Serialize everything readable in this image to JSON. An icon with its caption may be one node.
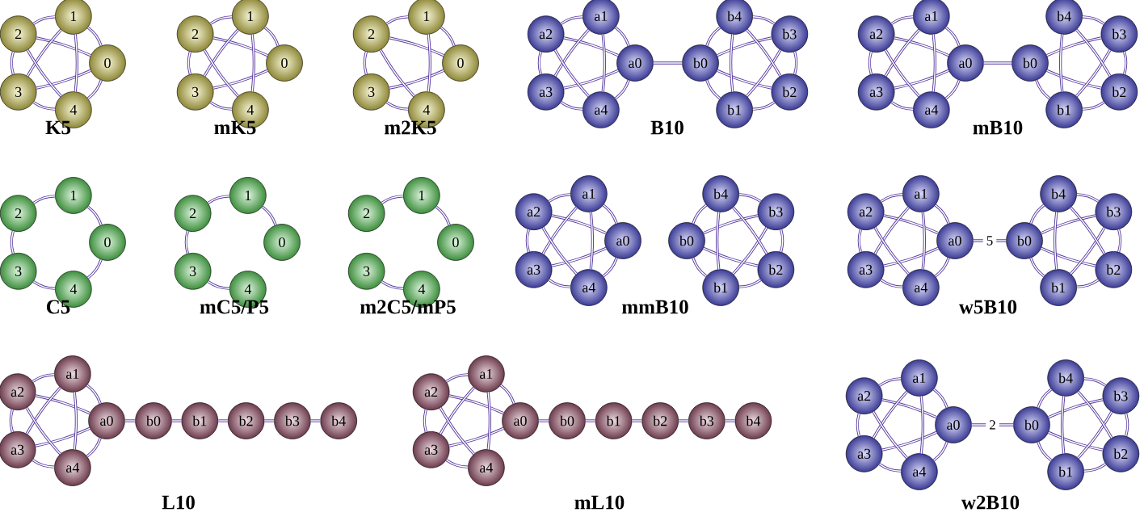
{
  "diagram": {
    "nodes": [
      {
        "text": [
          "0"
        ]
      },
      {
        "text": [
          "1"
        ]
      },
      {
        "text": [
          "2"
        ]
      },
      {
        "text": [
          "3"
        ]
      },
      {
        "text": [
          "4"
        ]
      },
      {
        "text": [
          "0"
        ]
      },
      {
        "text": [
          "1"
        ]
      },
      {
        "text": [
          "2"
        ]
      },
      {
        "text": [
          "3"
        ]
      },
      {
        "text": [
          "4"
        ]
      },
      {
        "text": [
          "0"
        ]
      },
      {
        "text": [
          "1"
        ]
      },
      {
        "text": [
          "2"
        ]
      },
      {
        "text": [
          "3"
        ]
      },
      {
        "text": [
          "4"
        ]
      },
      {
        "text": [
          "a0"
        ]
      },
      {
        "text": [
          "a1"
        ]
      },
      {
        "text": [
          "a2"
        ]
      },
      {
        "text": [
          "a3"
        ]
      },
      {
        "text": [
          "a4"
        ]
      },
      {
        "text": [
          "b0"
        ]
      },
      {
        "text": [
          "b1"
        ]
      },
      {
        "text": [
          "b2"
        ]
      },
      {
        "text": [
          "b3"
        ]
      },
      {
        "text": [
          "b4"
        ]
      },
      {
        "text": [
          "a0"
        ]
      },
      {
        "text": [
          "a1"
        ]
      },
      {
        "text": [
          "a2"
        ]
      },
      {
        "text": [
          "a3"
        ]
      },
      {
        "text": [
          "a4"
        ]
      },
      {
        "text": [
          "b0"
        ]
      },
      {
        "text": [
          "b1"
        ]
      },
      {
        "text": [
          "b2"
        ]
      },
      {
        "text": [
          "b3"
        ]
      },
      {
        "text": [
          "b4"
        ]
      },
      {
        "text": [
          "0"
        ]
      },
      {
        "text": [
          "1"
        ]
      },
      {
        "text": [
          "2"
        ]
      },
      {
        "text": [
          "3"
        ]
      },
      {
        "text": [
          "4"
        ]
      },
      {
        "text": [
          "0"
        ]
      },
      {
        "text": [
          "1"
        ]
      },
      {
        "text": [
          "2"
        ]
      },
      {
        "text": [
          "3"
        ]
      },
      {
        "text": [
          "4"
        ]
      },
      {
        "text": [
          "0"
        ]
      },
      {
        "text": [
          "1"
        ]
      },
      {
        "text": [
          "2"
        ]
      },
      {
        "text": [
          "3"
        ]
      },
      {
        "text": [
          "4"
        ]
      },
      {
        "text": [
          "a0"
        ]
      },
      {
        "text": [
          "a1"
        ]
      },
      {
        "text": [
          "a2"
        ]
      },
      {
        "text": [
          "a3"
        ]
      },
      {
        "text": [
          "a4"
        ]
      },
      {
        "text": [
          "b0"
        ]
      },
      {
        "text": [
          "b1"
        ]
      },
      {
        "text": [
          "b2"
        ]
      },
      {
        "text": [
          "b3"
        ]
      },
      {
        "text": [
          "b4"
        ]
      },
      {
        "text": [
          "a0"
        ]
      },
      {
        "text": [
          "a1"
        ]
      },
      {
        "text": [
          "a2"
        ]
      },
      {
        "text": [
          "a3"
        ]
      },
      {
        "text": [
          "a4"
        ]
      },
      {
        "text": [
          "b0"
        ]
      },
      {
        "text": [
          "b1"
        ]
      },
      {
        "text": [
          "b2"
        ]
      },
      {
        "text": [
          "b3"
        ]
      },
      {
        "text": [
          "b4"
        ]
      },
      {
        "text": [
          "a0"
        ]
      },
      {
        "text": [
          "a1"
        ]
      },
      {
        "text": [
          "a2"
        ]
      },
      {
        "text": [
          "a3"
        ]
      },
      {
        "text": [
          "a4"
        ]
      },
      {
        "text": [
          "b0"
        ]
      },
      {
        "text": [
          "b1"
        ]
      },
      {
        "text": [
          "b2"
        ]
      },
      {
        "text": [
          "b3"
        ]
      },
      {
        "text": [
          "b4"
        ]
      },
      {
        "text": [
          "a0"
        ]
      },
      {
        "text": [
          "a1"
        ]
      },
      {
        "text": [
          "a2"
        ]
      },
      {
        "text": [
          "a3"
        ]
      },
      {
        "text": [
          "a4"
        ]
      },
      {
        "text": [
          "b0"
        ]
      },
      {
        "text": [
          "b1"
        ]
      },
      {
        "text": [
          "b2"
        ]
      },
      {
        "text": [
          "b3"
        ]
      },
      {
        "text": [
          "b4"
        ]
      },
      {
        "text": [
          "a0"
        ]
      },
      {
        "text": [
          "a1"
        ]
      },
      {
        "text": [
          "a2"
        ]
      },
      {
        "text": [
          "a3"
        ]
      },
      {
        "text": [
          "a4"
        ]
      },
      {
        "text": [
          "b0"
        ]
      },
      {
        "text": [
          "b1"
        ]
      },
      {
        "text": [
          "b2"
        ]
      },
      {
        "text": [
          "b3"
        ]
      },
      {
        "text": [
          "b4"
        ]
      }
    ],
    "edges": [
      {
        "from": 0,
        "to": 1,
        "arrow": "none"
      },
      {
        "from": 0,
        "to": 2,
        "arrow": "none"
      },
      {
        "from": 0,
        "to": 3,
        "arrow": "none"
      },
      {
        "from": 0,
        "to": 4,
        "arrow": "none"
      },
      {
        "from": 1,
        "to": 2,
        "arrow": "none"
      },
      {
        "from": 1,
        "to": 3,
        "arrow": "none"
      },
      {
        "from": 1,
        "to": 4,
        "arrow": "none"
      },
      {
        "from": 2,
        "to": 3,
        "arrow": "none"
      },
      {
        "from": 2,
        "to": 4,
        "arrow": "none"
      },
      {
        "from": 3,
        "to": 4,
        "arrow": "none"
      },
      {
        "from": 5,
        "to": 6,
        "arrow": "none"
      },
      {
        "from": 5,
        "to": 7,
        "arrow": "none"
      },
      {
        "from": 5,
        "to": 8,
        "arrow": "none"
      },
      {
        "from": 6,
        "to": 7,
        "arrow": "none"
      },
      {
        "from": 6,
        "to": 8,
        "arrow": "none"
      },
      {
        "from": 6,
        "to": 9,
        "arrow": "none"
      },
      {
        "from": 7,
        "to": 8,
        "arrow": "none"
      },
      {
        "from": 7,
        "to": 9,
        "arrow": "none"
      },
      {
        "from": 8,
        "to": 9,
        "arrow": "none"
      },
      {
        "from": 10,
        "to": 11,
        "arrow": "none"
      },
      {
        "from": 10,
        "to": 12,
        "arrow": "none"
      },
      {
        "from": 10,
        "to": 13,
        "arrow": "none"
      },
      {
        "from": 11,
        "to": 12,
        "arrow": "none"
      },
      {
        "from": 11,
        "to": 14,
        "arrow": "none"
      },
      {
        "from": 12,
        "to": 13,
        "arrow": "none"
      },
      {
        "from": 12,
        "to": 14,
        "arrow": "none"
      },
      {
        "from": 13,
        "to": 14,
        "arrow": "none"
      },
      {
        "from": 15,
        "to": 16,
        "arrow": "none"
      },
      {
        "from": 15,
        "to": 17,
        "arrow": "none"
      },
      {
        "from": 15,
        "to": 18,
        "arrow": "none"
      },
      {
        "from": 15,
        "to": 19,
        "arrow": "none"
      },
      {
        "from": 16,
        "to": 17,
        "arrow": "none"
      },
      {
        "from": 16,
        "to": 18,
        "arrow": "none"
      },
      {
        "from": 16,
        "to": 19,
        "arrow": "none"
      },
      {
        "from": 17,
        "to": 18,
        "arrow": "none"
      },
      {
        "from": 17,
        "to": 19,
        "arrow": "none"
      },
      {
        "from": 18,
        "to": 19,
        "arrow": "none"
      },
      {
        "from": 15,
        "to": 20,
        "arrow": "none"
      },
      {
        "from": 20,
        "to": 21,
        "arrow": "none"
      },
      {
        "from": 20,
        "to": 22,
        "arrow": "none"
      },
      {
        "from": 20,
        "to": 23,
        "arrow": "none"
      },
      {
        "from": 20,
        "to": 24,
        "arrow": "none"
      },
      {
        "from": 21,
        "to": 22,
        "arrow": "none"
      },
      {
        "from": 21,
        "to": 23,
        "arrow": "none"
      },
      {
        "from": 21,
        "to": 24,
        "arrow": "none"
      },
      {
        "from": 22,
        "to": 23,
        "arrow": "none"
      },
      {
        "from": 22,
        "to": 24,
        "arrow": "none"
      },
      {
        "from": 23,
        "to": 24,
        "arrow": "none"
      },
      {
        "from": 25,
        "to": 26,
        "arrow": "none"
      },
      {
        "from": 25,
        "to": 27,
        "arrow": "none"
      },
      {
        "from": 25,
        "to": 28,
        "arrow": "none"
      },
      {
        "from": 25,
        "to": 29,
        "arrow": "none"
      },
      {
        "from": 26,
        "to": 27,
        "arrow": "none"
      },
      {
        "from": 26,
        "to": 28,
        "arrow": "none"
      },
      {
        "from": 26,
        "to": 29,
        "arrow": "none"
      },
      {
        "from": 27,
        "to": 28,
        "arrow": "none"
      },
      {
        "from": 27,
        "to": 29,
        "arrow": "none"
      },
      {
        "from": 28,
        "to": 29,
        "arrow": "none"
      },
      {
        "from": 25,
        "to": 30,
        "arrow": "none"
      },
      {
        "from": 30,
        "to": 31,
        "arrow": "none"
      },
      {
        "from": 30,
        "to": 32,
        "arrow": "none"
      },
      {
        "from": 30,
        "to": 33,
        "arrow": "none"
      },
      {
        "from": 31,
        "to": 32,
        "arrow": "none"
      },
      {
        "from": 31,
        "to": 33,
        "arrow": "none"
      },
      {
        "from": 31,
        "to": 34,
        "arrow": "none"
      },
      {
        "from": 32,
        "to": 33,
        "arrow": "none"
      },
      {
        "from": 32,
        "to": 34,
        "arrow": "none"
      },
      {
        "from": 33,
        "to": 34,
        "arrow": "none"
      },
      {
        "from": 35,
        "to": 36,
        "arrow": "none"
      },
      {
        "from": 36,
        "to": 37,
        "arrow": "none"
      },
      {
        "from": 37,
        "to": 38,
        "arrow": "none"
      },
      {
        "from": 38,
        "to": 39,
        "arrow": "none"
      },
      {
        "from": 35,
        "to": 39,
        "arrow": "none"
      },
      {
        "from": 40,
        "to": 41,
        "arrow": "none"
      },
      {
        "from": 41,
        "to": 42,
        "arrow": "none"
      },
      {
        "from": 42,
        "to": 43,
        "arrow": "none"
      },
      {
        "from": 43,
        "to": 44,
        "arrow": "none"
      },
      {
        "from": 45,
        "to": 46,
        "arrow": "none"
      },
      {
        "from": 46,
        "to": 47,
        "arrow": "none"
      },
      {
        "from": 48,
        "to": 49,
        "arrow": "none"
      },
      {
        "from": 50,
        "to": 51,
        "arrow": "none"
      },
      {
        "from": 50,
        "to": 52,
        "arrow": "none"
      },
      {
        "from": 50,
        "to": 53,
        "arrow": "none"
      },
      {
        "from": 50,
        "to": 54,
        "arrow": "none"
      },
      {
        "from": 51,
        "to": 52,
        "arrow": "none"
      },
      {
        "from": 51,
        "to": 53,
        "arrow": "none"
      },
      {
        "from": 51,
        "to": 54,
        "arrow": "none"
      },
      {
        "from": 52,
        "to": 53,
        "arrow": "none"
      },
      {
        "from": 52,
        "to": 54,
        "arrow": "none"
      },
      {
        "from": 53,
        "to": 54,
        "arrow": "none"
      },
      {
        "from": 55,
        "to": 56,
        "arrow": "none"
      },
      {
        "from": 55,
        "to": 57,
        "arrow": "none"
      },
      {
        "from": 55,
        "to": 58,
        "arrow": "none"
      },
      {
        "from": 55,
        "to": 59,
        "arrow": "none"
      },
      {
        "from": 56,
        "to": 57,
        "arrow": "none"
      },
      {
        "from": 56,
        "to": 58,
        "arrow": "none"
      },
      {
        "from": 56,
        "to": 59,
        "arrow": "none"
      },
      {
        "from": 57,
        "to": 58,
        "arrow": "none"
      },
      {
        "from": 57,
        "to": 59,
        "arrow": "none"
      },
      {
        "from": 58,
        "to": 59,
        "arrow": "none"
      },
      {
        "from": 60,
        "to": 61,
        "arrow": "none"
      },
      {
        "from": 60,
        "to": 62,
        "arrow": "none"
      },
      {
        "from": 60,
        "to": 63,
        "arrow": "none"
      },
      {
        "from": 60,
        "to": 64,
        "arrow": "none"
      },
      {
        "from": 61,
        "to": 62,
        "arrow": "none"
      },
      {
        "from": 61,
        "to": 63,
        "arrow": "none"
      },
      {
        "from": 61,
        "to": 64,
        "arrow": "none"
      },
      {
        "from": 62,
        "to": 63,
        "arrow": "none"
      },
      {
        "from": 62,
        "to": 64,
        "arrow": "none"
      },
      {
        "from": 63,
        "to": 64,
        "arrow": "none"
      },
      {
        "from": 60,
        "to": 65,
        "arrow": "none",
        "label": "5"
      },
      {
        "from": 65,
        "to": 66,
        "arrow": "none"
      },
      {
        "from": 65,
        "to": 67,
        "arrow": "none"
      },
      {
        "from": 65,
        "to": 68,
        "arrow": "none"
      },
      {
        "from": 65,
        "to": 69,
        "arrow": "none"
      },
      {
        "from": 66,
        "to": 67,
        "arrow": "none"
      },
      {
        "from": 66,
        "to": 68,
        "arrow": "none"
      },
      {
        "from": 66,
        "to": 69,
        "arrow": "none"
      },
      {
        "from": 67,
        "to": 68,
        "arrow": "none"
      },
      {
        "from": 67,
        "to": 69,
        "arrow": "none"
      },
      {
        "from": 68,
        "to": 69,
        "arrow": "none"
      },
      {
        "from": 70,
        "to": 71,
        "arrow": "none"
      },
      {
        "from": 70,
        "to": 72,
        "arrow": "none"
      },
      {
        "from": 70,
        "to": 73,
        "arrow": "none"
      },
      {
        "from": 70,
        "to": 74,
        "arrow": "none"
      },
      {
        "from": 71,
        "to": 72,
        "arrow": "none"
      },
      {
        "from": 71,
        "to": 73,
        "arrow": "none"
      },
      {
        "from": 71,
        "to": 74,
        "arrow": "none"
      },
      {
        "from": 72,
        "to": 73,
        "arrow": "none"
      },
      {
        "from": 72,
        "to": 74,
        "arrow": "none"
      },
      {
        "from": 73,
        "to": 74,
        "arrow": "none"
      },
      {
        "from": 70,
        "to": 75,
        "arrow": "none"
      },
      {
        "from": 75,
        "to": 76,
        "arrow": "none"
      },
      {
        "from": 76,
        "to": 77,
        "arrow": "none"
      },
      {
        "from": 77,
        "to": 78,
        "arrow": "none"
      },
      {
        "from": 78,
        "to": 79,
        "arrow": "none"
      },
      {
        "from": 80,
        "to": 81,
        "arrow": "none"
      },
      {
        "from": 80,
        "to": 82,
        "arrow": "none"
      },
      {
        "from": 80,
        "to": 83,
        "arrow": "none"
      },
      {
        "from": 81,
        "to": 82,
        "arrow": "none"
      },
      {
        "from": 81,
        "to": 83,
        "arrow": "none"
      },
      {
        "from": 81,
        "to": 84,
        "arrow": "none"
      },
      {
        "from": 82,
        "to": 83,
        "arrow": "none"
      },
      {
        "from": 82,
        "to": 84,
        "arrow": "none"
      },
      {
        "from": 83,
        "to": 84,
        "arrow": "none"
      },
      {
        "from": 80,
        "to": 85,
        "arrow": "none"
      },
      {
        "from": 85,
        "to": 86,
        "arrow": "none"
      },
      {
        "from": 86,
        "to": 87,
        "arrow": "none"
      },
      {
        "from": 87,
        "to": 88,
        "arrow": "none"
      },
      {
        "from": 88,
        "to": 89,
        "arrow": "none"
      },
      {
        "from": 90,
        "to": 91,
        "arrow": "none"
      },
      {
        "from": 90,
        "to": 92,
        "arrow": "none"
      },
      {
        "from": 90,
        "to": 93,
        "arrow": "none"
      },
      {
        "from": 90,
        "to": 94,
        "arrow": "none"
      },
      {
        "from": 91,
        "to": 92,
        "arrow": "none"
      },
      {
        "from": 91,
        "to": 93,
        "arrow": "none"
      },
      {
        "from": 91,
        "to": 94,
        "arrow": "none"
      },
      {
        "from": 92,
        "to": 93,
        "arrow": "none"
      },
      {
        "from": 92,
        "to": 94,
        "arrow": "none"
      },
      {
        "from": 93,
        "to": 94,
        "arrow": "none"
      },
      {
        "from": 90,
        "to": 95,
        "arrow": "none",
        "label": "2"
      },
      {
        "from": 95,
        "to": 96,
        "arrow": "none"
      },
      {
        "from": 95,
        "to": 97,
        "arrow": "none"
      },
      {
        "from": 95,
        "to": 98,
        "arrow": "none"
      },
      {
        "from": 95,
        "to": 99,
        "arrow": "none"
      },
      {
        "from": 96,
        "to": 97,
        "arrow": "none"
      },
      {
        "from": 96,
        "to": 98,
        "arrow": "none"
      },
      {
        "from": 96,
        "to": 99,
        "arrow": "none"
      },
      {
        "from": 97,
        "to": 98,
        "arrow": "none"
      },
      {
        "from": 97,
        "to": 99,
        "arrow": "none"
      },
      {
        "from": 98,
        "to": 99,
        "arrow": "none"
      }
    ],
    "labels": [
      "K5",
      "mK5",
      "m2K5",
      "B10",
      "mB10",
      "C5",
      "mC5/P5",
      "m2C5/mP5",
      "mmB10",
      "w5B10",
      "L10",
      "mL10",
      "w2B10"
    ]
  }
}
